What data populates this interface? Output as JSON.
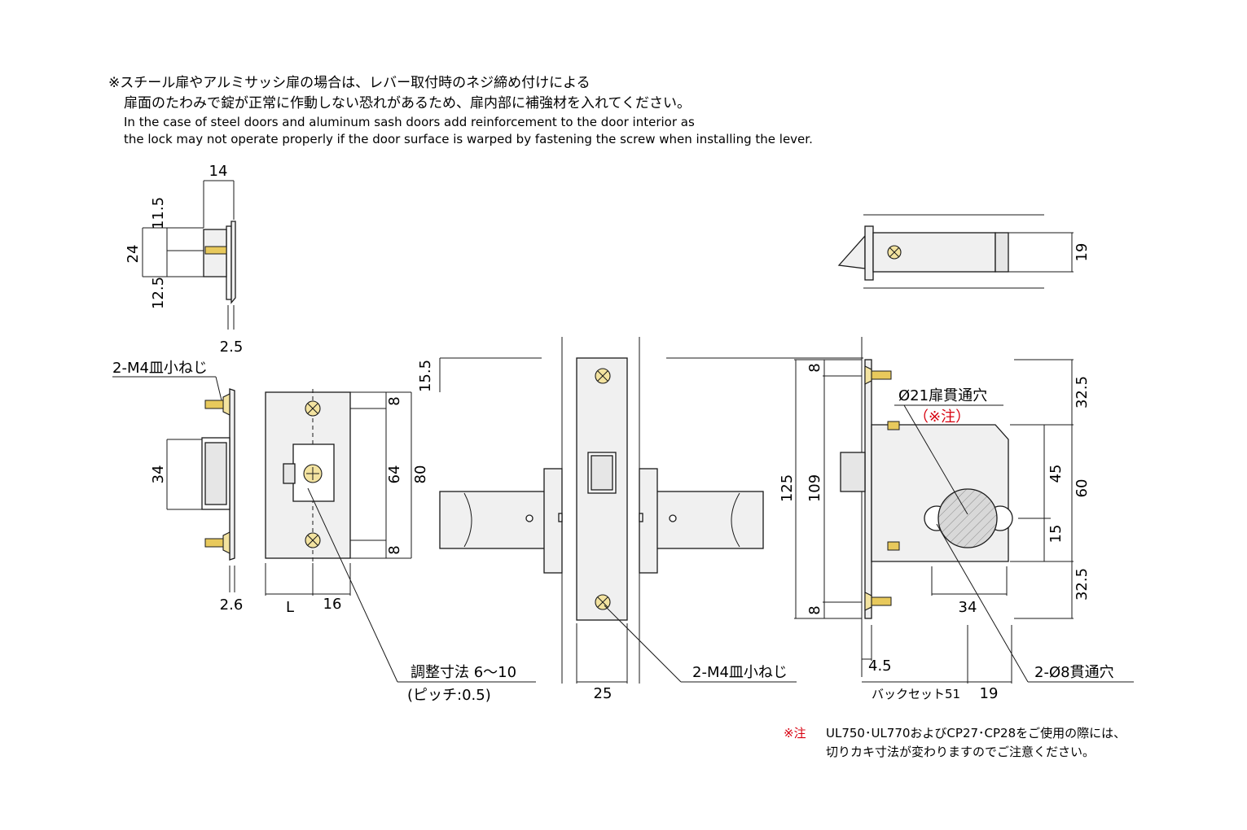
{
  "notes": {
    "ja_line1": "※スチール扉やアルミサッシ扉の場合は、レバー取付時のネジ締め付けによる",
    "ja_line2": "扉面のたわみで錠が正常に作動しない恐れがあるため、扉内部に補強材を入れてください。",
    "en_line1": "In the case of steel doors and aluminum sash doors add reinforcement to the door interior as",
    "en_line2": "the lock may not operate properly if the door surface is warped by fastening the screw when installing the lever."
  },
  "strike_view": {
    "dim_14": "14",
    "dim_11_5": "11.5",
    "dim_24": "24",
    "dim_12_5": "12.5",
    "dim_2_5": "2.5"
  },
  "latch_side": {
    "screw_label": "2-M4皿小ねじ",
    "dim_34": "34",
    "dim_2_6": "2.6"
  },
  "latch_front": {
    "dim_8_top": "8",
    "dim_64": "64",
    "dim_8_bottom": "8",
    "dim_80": "80",
    "dim_15_5": "15.5",
    "dim_L": "L",
    "dim_16": "16",
    "adjust_label": "調整寸法 6〜10",
    "pitch_label": "(ピッチ:0.5)"
  },
  "lever_view": {
    "dim_25": "25",
    "screw_label": "2-M4皿小ねじ"
  },
  "top_view": {
    "dim_19": "19"
  },
  "body_view": {
    "dim_125": "125",
    "dim_109": "109",
    "dim_8_top": "8",
    "dim_8_bottom": "8",
    "hole_label": "Ø21扉貫通穴",
    "hole_note": "（※注）",
    "dim_32_5_top": "32.5",
    "dim_45": "45",
    "dim_60": "60",
    "dim_15": "15",
    "dim_32_5_bottom": "32.5",
    "dim_34": "34",
    "dim_4_5": "4.5",
    "backset_label": "バックセット51",
    "dim_19": "19",
    "through_label": "2-Ø8貫通穴"
  },
  "footnote": {
    "mark": "※注",
    "line1": "UL750･UL770およびCP27･CP28をご使用の際には、",
    "line2": "切りカキ寸法が変わりますのでご注意ください。"
  },
  "colors": {
    "accent_red": "#d7000f",
    "screw_brass": "#e8c95c"
  }
}
